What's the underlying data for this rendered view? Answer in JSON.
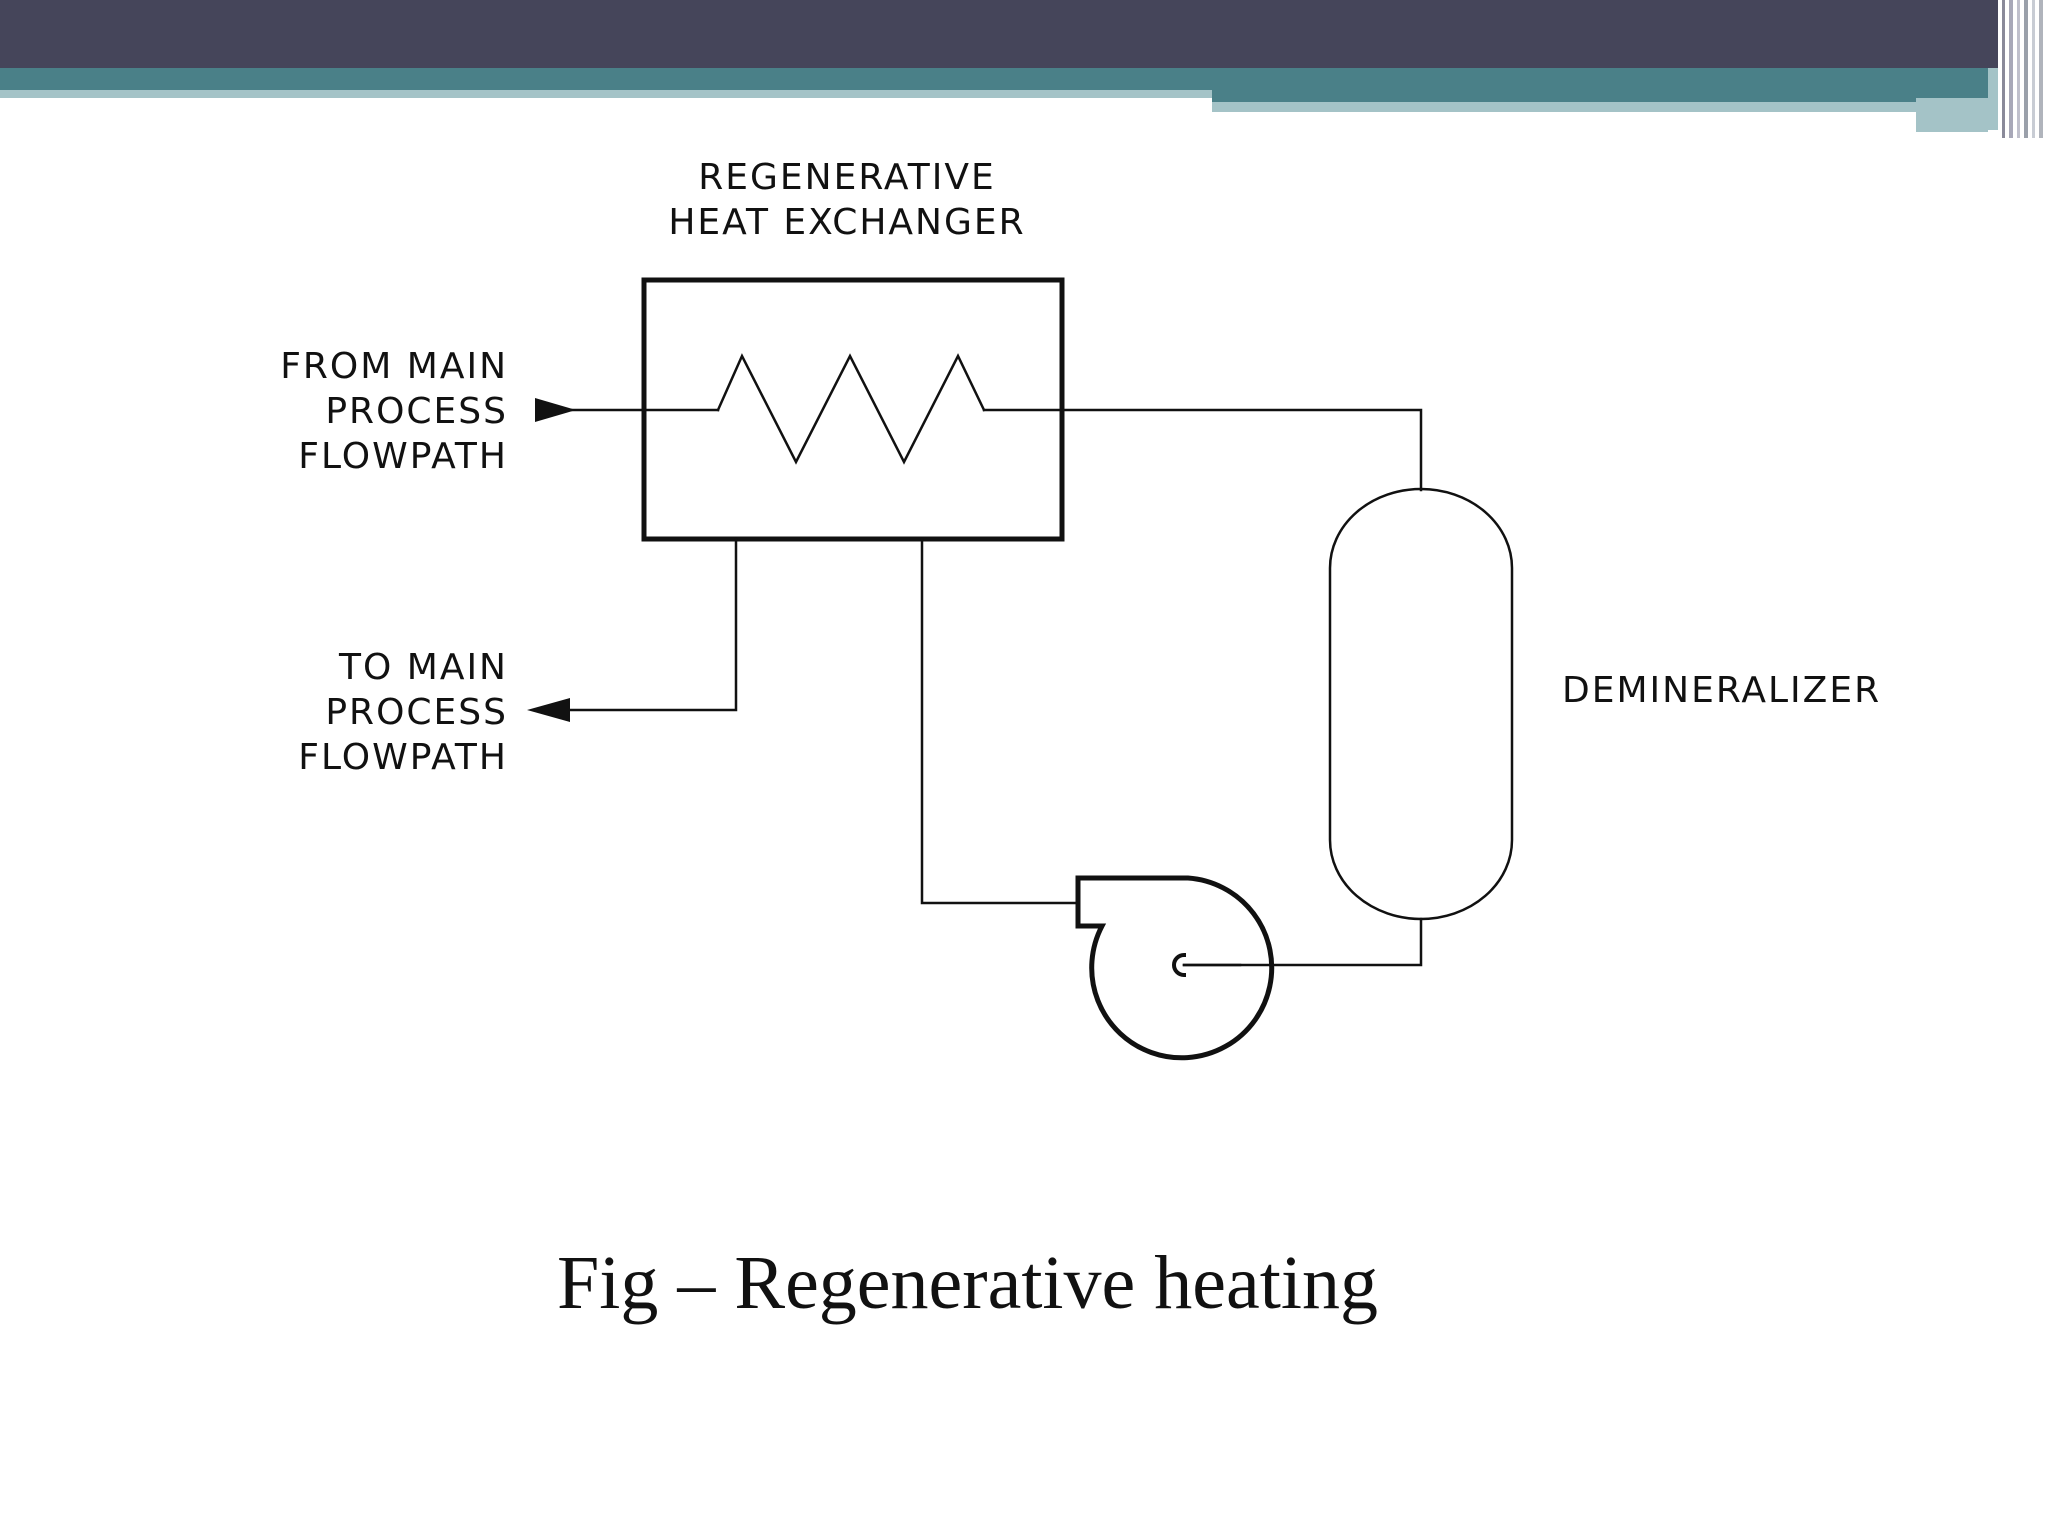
{
  "diagram": {
    "heat_exchanger_label": [
      "REGENERATIVE",
      "HEAT  EXCHANGER"
    ],
    "inlet_label": [
      "FROM  MAIN",
      "PROCESS",
      "FLOWPATH"
    ],
    "outlet_label": [
      "TO  MAIN",
      "PROCESS",
      "FLOWPATH"
    ],
    "demineralizer_label": "DEMINERALIZER"
  },
  "caption": "Fig – Regenerative heating",
  "colors": {
    "header_bar": "#45455a",
    "accent_teal": "#4a8088",
    "accent_light": "#a4c3c7",
    "line": "#111111"
  }
}
